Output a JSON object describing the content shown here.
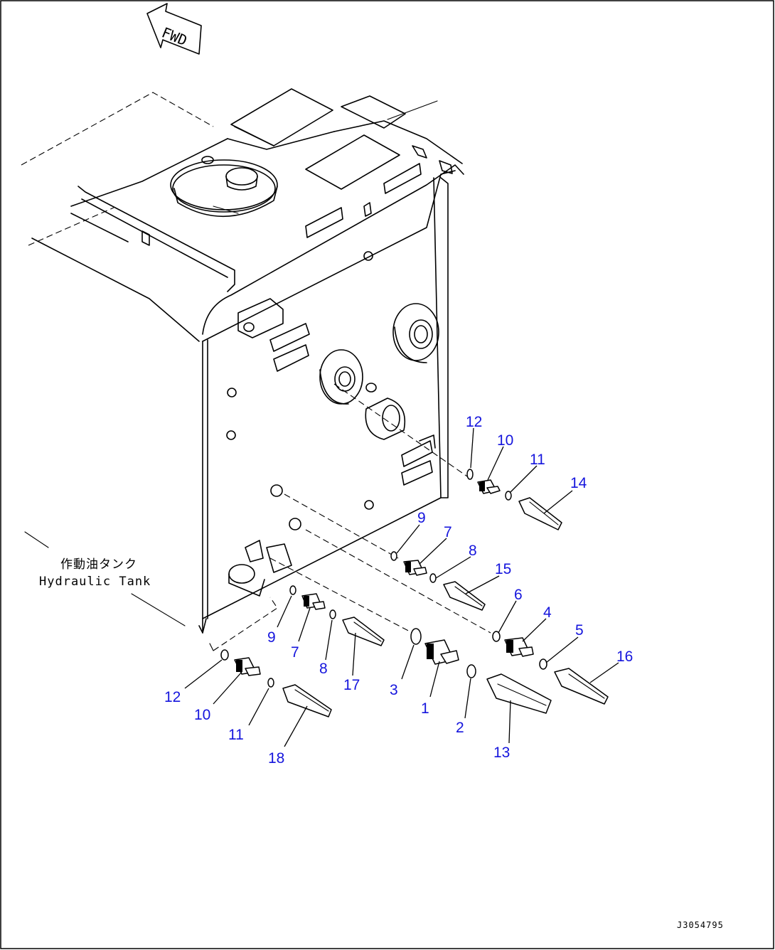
{
  "fwd_arrow": {
    "label": "FWD"
  },
  "tank_label": {
    "jp": "作動油タンク",
    "en": "Hydraulic Tank"
  },
  "figure_code": "J3054795",
  "callouts": [
    "12",
    "10",
    "11",
    "14",
    "9",
    "7",
    "8",
    "15",
    "6",
    "4",
    "5",
    "16",
    "9",
    "7",
    "8",
    "17",
    "3",
    "1",
    "2",
    "13",
    "12",
    "10",
    "11",
    "18"
  ],
  "colors": {
    "callout": "#1515dd",
    "line": "#000000"
  }
}
